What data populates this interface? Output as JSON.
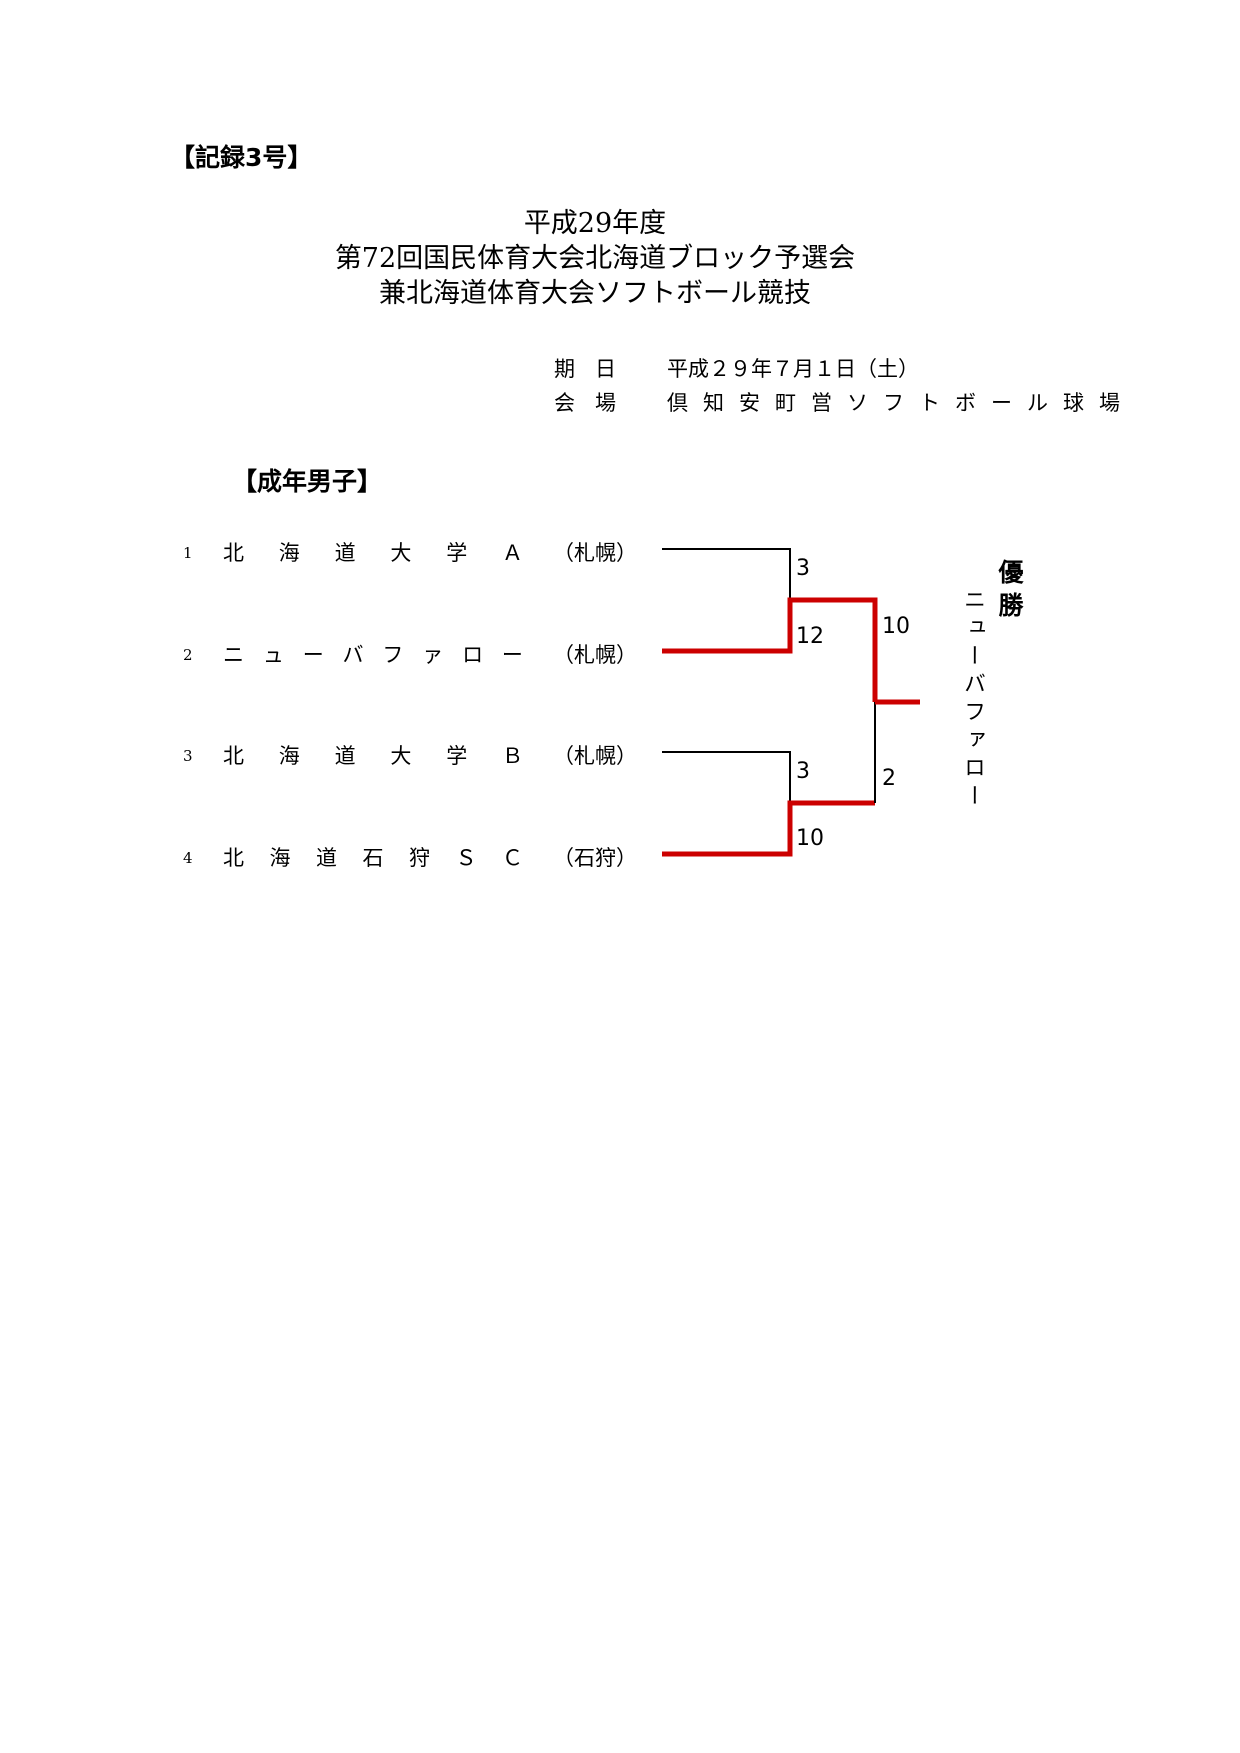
{
  "record_no": "【記録3号】",
  "titles": [
    "平成29年度",
    "第72回国民体育大会北海道ブロック予選会",
    "兼北海道体育大会ソフトボール競技"
  ],
  "info": {
    "date_label": "期日",
    "date_value": "平成２９年７月１日（土）",
    "venue_label": "会場",
    "venue_value": "倶知安町営ソフトボール球場"
  },
  "category": "【成年男子】",
  "teams": [
    {
      "seed": "1",
      "name": [
        "北",
        "海",
        "道",
        "大",
        "学",
        "Ａ"
      ],
      "city": "（札幌）"
    },
    {
      "seed": "2",
      "name": [
        "ニ",
        "ュ",
        "ー",
        "バ",
        "フ",
        "ァ",
        "ロ",
        "ー"
      ],
      "city": "（札幌）"
    },
    {
      "seed": "3",
      "name": [
        "北",
        "海",
        "道",
        "大",
        "学",
        "Ｂ"
      ],
      "city": "（札幌）"
    },
    {
      "seed": "4",
      "name": [
        "北",
        "海",
        "道",
        "石",
        "狩",
        "Ｓ",
        "Ｃ"
      ],
      "city": "（石狩）"
    }
  ],
  "scores": {
    "m1_team1": "3",
    "m1_team2": "12",
    "m2_team3": "3",
    "m2_team4": "10",
    "final_top": "10",
    "final_bottom": "2"
  },
  "champion_label": [
    "優",
    "勝"
  ],
  "champion": "ニューバファロー",
  "colors": {
    "win_line": "#cc0000",
    "loss_line": "#000000"
  }
}
